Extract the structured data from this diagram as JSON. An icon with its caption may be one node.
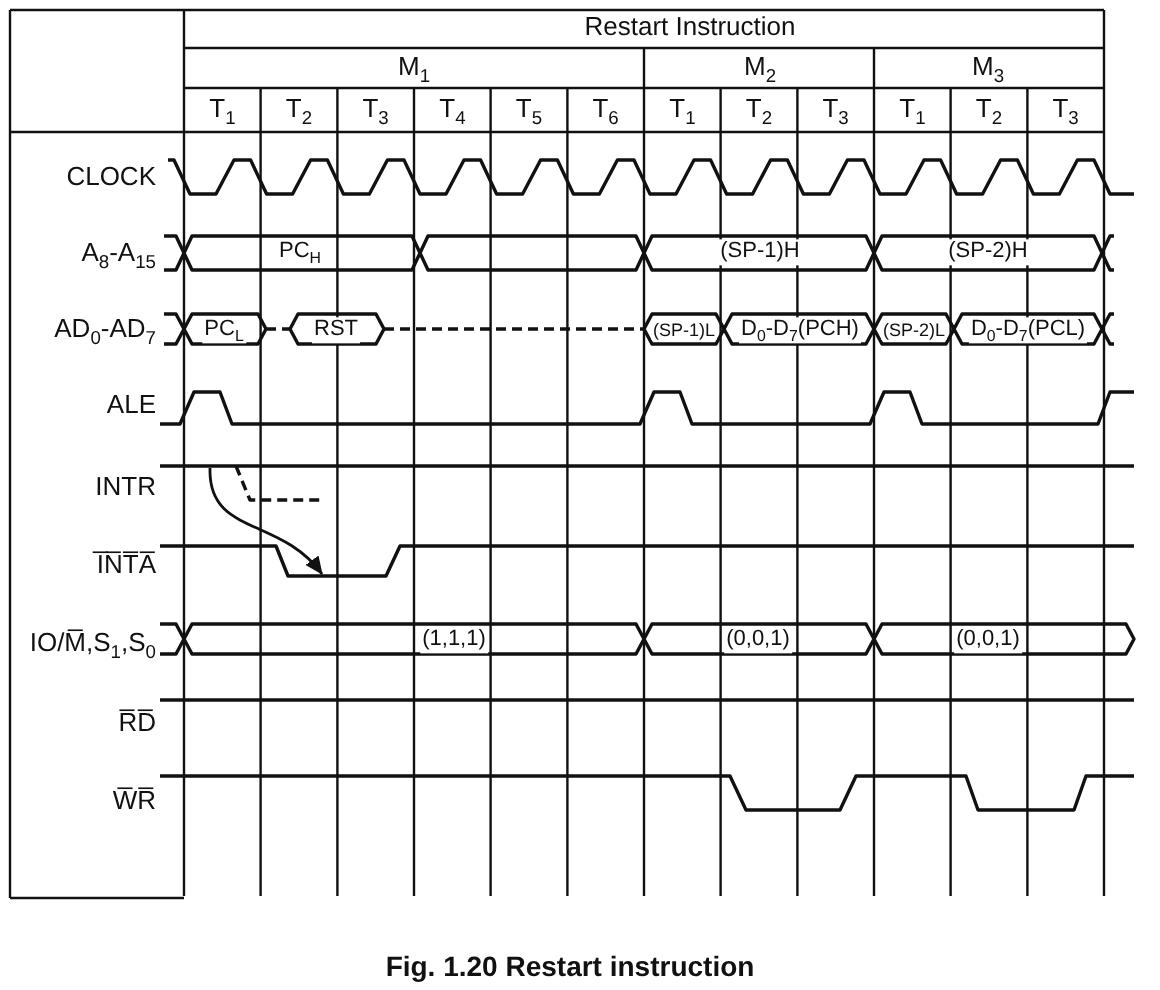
{
  "diagram": {
    "caption": "Fig. 1.20 Restart instruction",
    "nodes": [
      {
        "text": [],
        "shape": "waveform"
      },
      {
        "text": [],
        "shape": "waveform"
      }
    ],
    "edges": [
      {
        "from": 0,
        "to": 1,
        "arrow": "to"
      }
    ],
    "labels": [
      "Restart Instruction",
      "M$_{1}$",
      "M$_{2}$",
      "M$_{3}$",
      "T$_{1}$",
      "T$_{2}$",
      "T$_{3}$",
      "T$_{4}$",
      "T$_{5}$",
      "T$_{6}$",
      "T$_{1}$",
      "T$_{2}$",
      "T$_{3}$",
      "T$_{1}$",
      "T$_{2}$",
      "T$_{3}$",
      "CLOCK",
      "A$_{8}$-A$_{15}$",
      "PC$_{H}$",
      "(SP-1)H",
      "(SP-2)H",
      "AD$_{0}$-AD$_{7}$",
      "PC$_{L}$",
      "RST",
      "(SP-1)L",
      "D$_{0}$-D$_{7}$(PCH)",
      "(SP-2)L",
      "D$_{0}$-D$_{7}$(PCL)",
      "ALE",
      "INTR",
      "I̅N̅T̅A̅",
      "IO/M̅,S$_{1}$,S$_{0}$",
      "(1,1,1)",
      "(0,0,1)",
      "(0,0,1)",
      "R̅D̅",
      "W̅R̅"
    ]
  }
}
